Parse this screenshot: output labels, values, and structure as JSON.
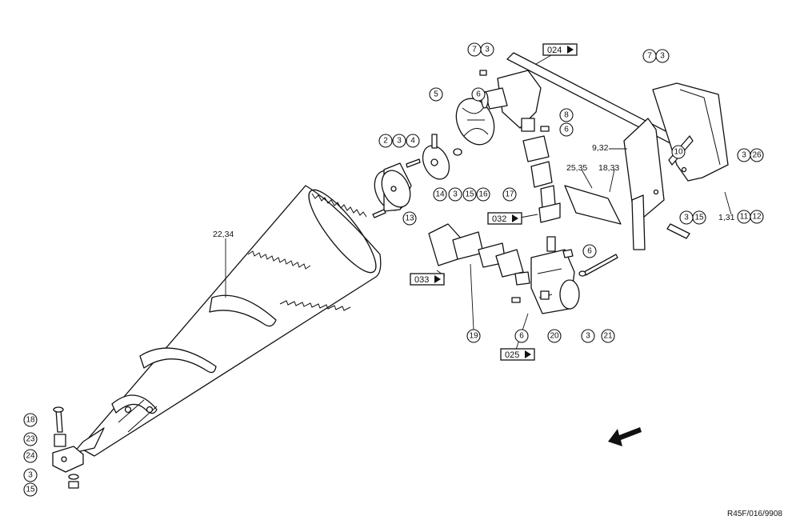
{
  "drawing_code": "R45F/016/9908",
  "ref_boxes": {
    "r024": "024",
    "r032": "032",
    "r033": "033",
    "r025": "025"
  },
  "labels": {
    "auger": "22,34",
    "cover_a": "9,32",
    "plate": "25,35",
    "bolt_a": "18,33",
    "bracket": "1,31"
  },
  "callouts": {
    "c7a": "7",
    "c3a": "3",
    "c7b": "7",
    "c3b": "3",
    "c8": "8",
    "c6a": "6",
    "c5": "5",
    "c6b": "6",
    "c2": "2",
    "c3c": "3",
    "c4": "4",
    "c10": "10",
    "c3d": "3",
    "c26": "26",
    "c14": "14",
    "c3e": "3",
    "c15a": "15",
    "c16": "16",
    "c17": "17",
    "c13": "13",
    "c11": "11",
    "c12": "12",
    "c3f": "3",
    "c15b": "15",
    "c6c": "6",
    "c19": "19",
    "c6d": "6",
    "c20": "20",
    "c3g": "3",
    "c21": "21",
    "c18": "18",
    "c23": "23",
    "c24": "24",
    "c3h": "3",
    "c15c": "15"
  }
}
